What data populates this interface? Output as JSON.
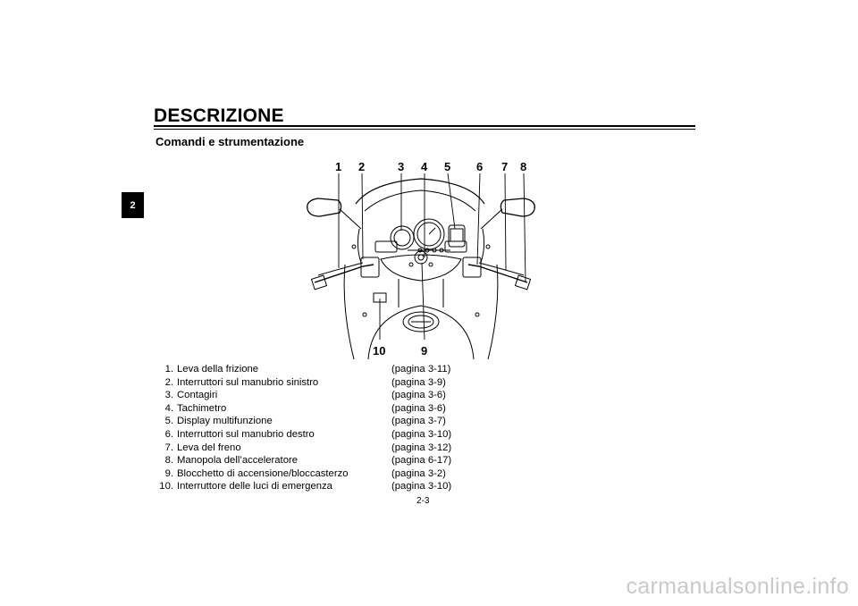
{
  "header": {
    "title": "DESCRIZIONE",
    "subtitle": "Comandi e strumentazione",
    "chapter_tab": "2"
  },
  "figure": {
    "callouts_top": [
      "1",
      "2",
      "3",
      "4",
      "5",
      "6",
      "7",
      "8"
    ],
    "callouts_bottom": [
      "10",
      "9"
    ]
  },
  "legend": [
    {
      "num": "1.",
      "label": "Leva della frizione",
      "page": "(pagina 3-11)"
    },
    {
      "num": "2.",
      "label": "Interruttori sul manubrio sinistro",
      "page": "(pagina 3-9)"
    },
    {
      "num": "3.",
      "label": "Contagiri",
      "page": "(pagina 3-6)"
    },
    {
      "num": "4.",
      "label": "Tachimetro",
      "page": "(pagina 3-6)"
    },
    {
      "num": "5.",
      "label": "Display multifunzione",
      "page": "(pagina 3-7)"
    },
    {
      "num": "6.",
      "label": "Interruttori sul manubrio destro",
      "page": "(pagina 3-10)"
    },
    {
      "num": "7.",
      "label": "Leva del freno",
      "page": "(pagina 3-12)"
    },
    {
      "num": "8.",
      "label": "Manopola dell’acceleratore",
      "page": "(pagina 6-17)"
    },
    {
      "num": "9.",
      "label": "Blocchetto di accensione/bloccasterzo",
      "page": "(pagina 3-2)"
    },
    {
      "num": "10.",
      "label": "Interruttore delle luci di emergenza",
      "page": "(pagina 3-10)"
    }
  ],
  "footer": {
    "page_number": "2-3",
    "watermark": "carmanualsonline.info"
  }
}
